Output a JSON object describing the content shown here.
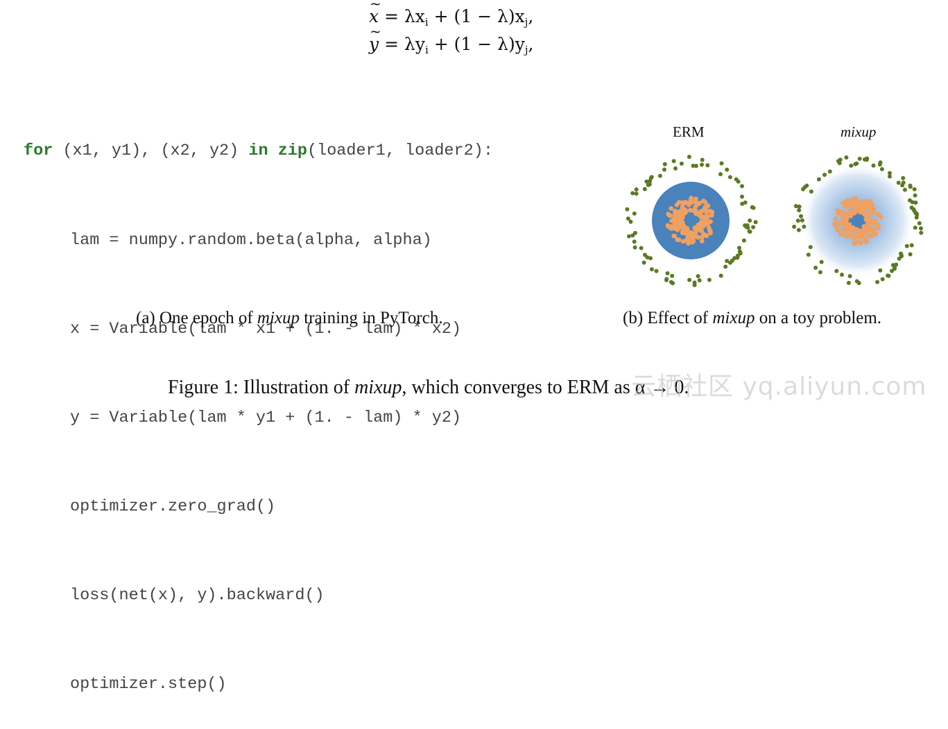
{
  "equations": {
    "eq1": {
      "lhs": "x",
      "rhs_a": "= λx",
      "sub_i": "i",
      "rhs_b": " + (1 − λ)x",
      "sub_j": "j",
      "end": ","
    },
    "eq2": {
      "lhs": "y",
      "rhs_a": "= λy",
      "sub_i": "i",
      "rhs_b": " + (1 − λ)y",
      "sub_j": "j",
      "end": ","
    }
  },
  "code": {
    "line1": {
      "kw_for": "for",
      "part1": " (x1, y1), (x2, y2) ",
      "kw_in": "in",
      "sp": " ",
      "kw_zip": "zip",
      "part2": "(loader1, loader2):"
    },
    "line2": "lam = numpy.random.beta(alpha, alpha)",
    "line3": "x = Variable(lam * x1 + (1. - lam) * x2)",
    "line4": "y = Variable(lam * y1 + (1. - lam) * y2)",
    "line5": "optimizer.zero_grad()",
    "line6": "loss(net(x), y).backward()",
    "line7": "optimizer.step()"
  },
  "panels": {
    "erm_title": "ERM",
    "mixup_title": "mixup"
  },
  "captions": {
    "a_prefix": "(a) One epoch of ",
    "a_italic": "mixup",
    "a_suffix": " training in PyTorch.",
    "b_prefix": "(b) Effect of ",
    "b_italic": "mixup",
    "b_suffix": " on a toy problem.",
    "main_prefix": "Figure 1: Illustration of ",
    "main_italic": "mixup",
    "main_suffix": ", which converges to ERM as α → 0."
  },
  "watermark": "云栖社区 yq.aliyun.com",
  "colors": {
    "green_points": "#5a7a23",
    "orange_points": "#f0a060",
    "blue_region": "#4a82bb",
    "light_blue_glow": "#c6daee",
    "keyword": "#2a7a2a"
  }
}
